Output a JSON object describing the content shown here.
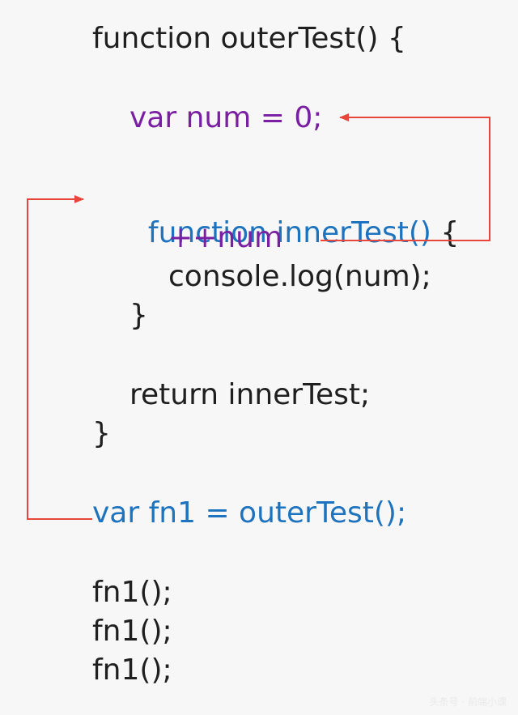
{
  "code": {
    "l1": "function outerTest() {",
    "l2": "var num = 0;",
    "l3a": "function innerTest()",
    "l3b": " {",
    "l4": "++num",
    "l5": "console.log(num);",
    "l6": "}",
    "l7": "return innerTest;",
    "l8": "}",
    "l9": "var fn1 = outerTest();",
    "l10": "fn1();",
    "l11": "fn1();",
    "l12": "fn1();"
  },
  "colors": {
    "arrow": "#e8463a",
    "purple": "#7a1fa2",
    "blue": "#1e73be",
    "text": "#1f1f1f"
  },
  "watermark": "头条号 · 前端小课"
}
